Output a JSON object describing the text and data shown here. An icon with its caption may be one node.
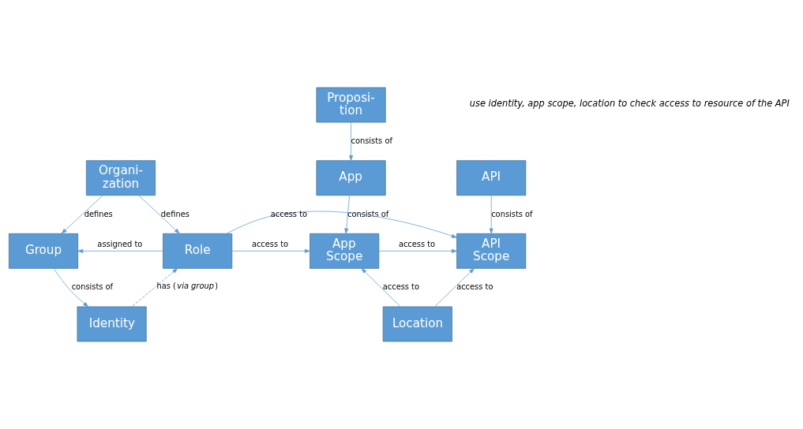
{
  "diagram": {
    "nodes": [
      {
        "text": [
          "Proposi- tion"
        ]
      },
      {
        "text": [
          "Organi- zation"
        ]
      },
      {
        "text": [
          "App"
        ]
      },
      {
        "text": [
          "API"
        ]
      },
      {
        "text": [
          "Group"
        ]
      },
      {
        "text": [
          "Role"
        ]
      },
      {
        "text": [
          "App Scope"
        ]
      },
      {
        "text": [
          "API Scope"
        ]
      },
      {
        "text": [
          "Identity"
        ]
      },
      {
        "text": [
          "Location"
        ]
      }
    ],
    "edges": [
      {
        "from": 1,
        "to": 4,
        "arrow": "to",
        "label": "defines"
      },
      {
        "from": 1,
        "to": 5,
        "arrow": "to",
        "label": "defines"
      },
      {
        "from": 0,
        "to": 2,
        "arrow": "to",
        "label": "consists of"
      },
      {
        "from": 2,
        "to": 6,
        "arrow": "to",
        "label": "consists of"
      },
      {
        "from": 3,
        "to": 7,
        "arrow": "to",
        "label": "consists of"
      },
      {
        "from": 5,
        "to": 4,
        "arrow": "to",
        "label": "assigned to"
      },
      {
        "from": 5,
        "to": 6,
        "arrow": "to",
        "label": "access to"
      },
      {
        "from": 6,
        "to": 7,
        "arrow": "to",
        "label": "access to"
      },
      {
        "from": 5,
        "to": 7,
        "arrow": "to",
        "label": "access to"
      },
      {
        "from": 4,
        "to": 8,
        "arrow": "to",
        "label": "consists of"
      },
      {
        "from": 8,
        "to": 5,
        "arrow": "to",
        "label": "has (*via group*)",
        "style": "dashed"
      },
      {
        "from": 9,
        "to": 6,
        "arrow": "to",
        "label": "access to"
      },
      {
        "from": 9,
        "to": 7,
        "arrow": "to",
        "label": "access to"
      }
    ],
    "labels": [
      "use identity, app scope, location to check access to resource of the API"
    ]
  }
}
